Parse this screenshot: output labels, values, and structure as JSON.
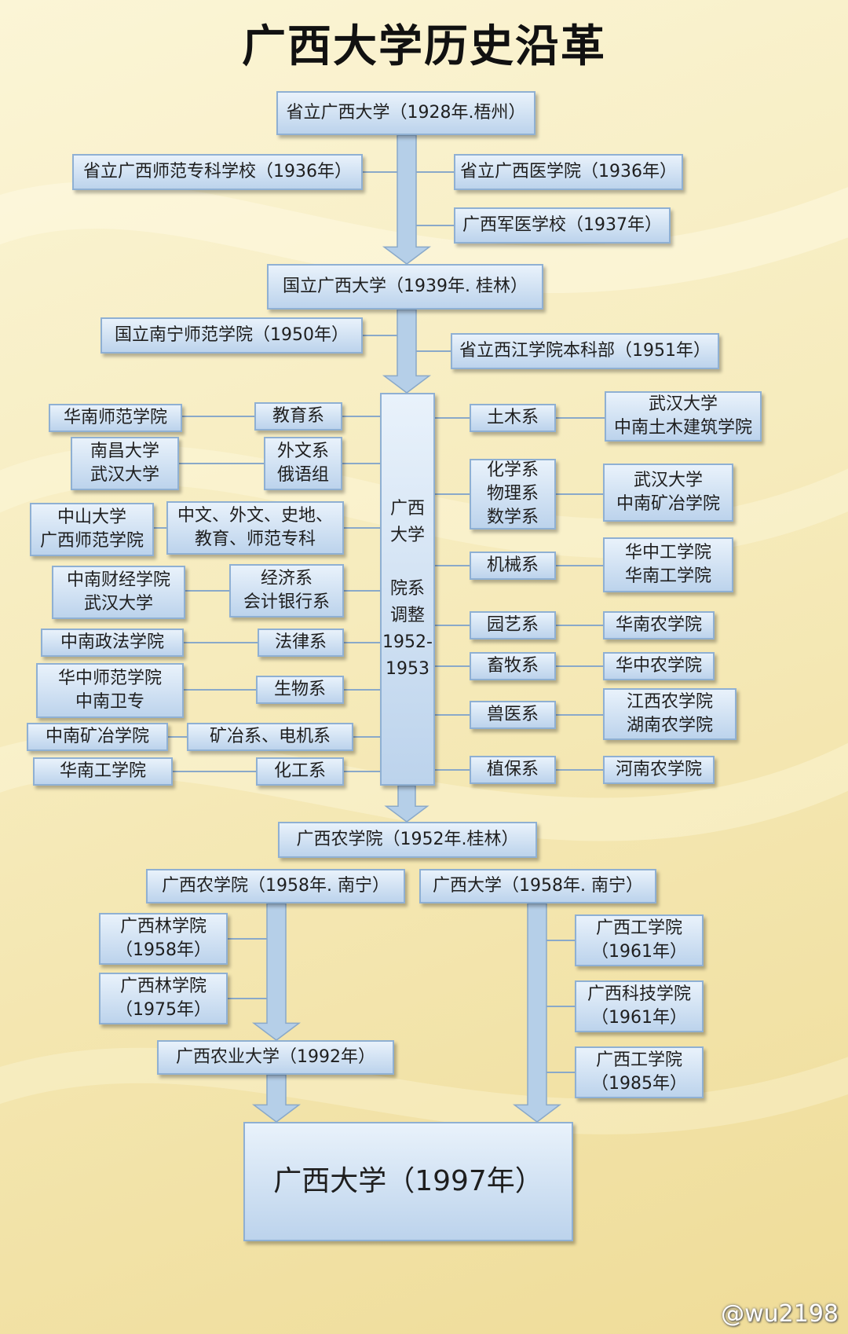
{
  "title": "广西大学历史沿革",
  "watermark": "@wu2198",
  "colors": {
    "box_top": "#e9f2fb",
    "box_bottom": "#bcd3ec",
    "border": "#8fb0d3",
    "arrow": "#b5cfe8",
    "line": "#8aa9c9"
  },
  "boxes": {
    "b1928": "省立广西大学（1928年.梧州）",
    "bshifan": "省立广西师范专科学校（1936年）",
    "byixue": "省立广西医学院（1936年）",
    "bjunyi": "广西军医学校（1937年）",
    "b1939": "国立广西大学（1939年. 桂林）",
    "bnanning": "国立南宁师范学院（1950年）",
    "bxijiang": "省立西江学院本科部（1951年）",
    "bcenter": "广西\n大学\n\n院系\n调整\n1952-\n1953",
    "l_jiaoyu": "教育系",
    "l_jiaoyu_d": "华南师范学院",
    "l_waiwen": "外文系\n俄语组",
    "l_waiwen_d": "南昌大学\n武汉大学",
    "l_zhongwen": "中文、外文、史地、\n教育、师范专科",
    "l_zhongwen_d": "中山大学\n广西师范学院",
    "l_jingji": "经济系\n会计银行系",
    "l_jingji_d": "中南财经学院\n武汉大学",
    "l_falv": "法律系",
    "l_falv_d": "中南政法学院",
    "l_shengwu": "生物系",
    "l_shengwu_d": "华中师范学院\n中南卫专",
    "l_kuangye": "矿冶系、电机系",
    "l_kuangye_d": "中南矿冶学院",
    "l_huagong": "化工系",
    "l_huagong_d": "华南工学院",
    "r_tumu": "土木系",
    "r_tumu_d": "武汉大学\n中南土木建筑学院",
    "r_huaxue": "化学系\n物理系\n数学系",
    "r_huaxue_d": "武汉大学\n中南矿冶学院",
    "r_jixie": "机械系",
    "r_jixie_d": "华中工学院\n华南工学院",
    "r_yuanyi": "园艺系",
    "r_yuanyi_d": "华南农学院",
    "r_xumu": "畜牧系",
    "r_xumu_d": "华中农学院",
    "r_shouyi": "兽医系",
    "r_shouyi_d": "江西农学院\n湖南农学院",
    "r_zhibao": "植保系",
    "r_zhibao_d": "河南农学院",
    "b1952": "广西农学院（1952年.桂林）",
    "b1958n": "广西农学院（1958年. 南宁）",
    "b1958d": "广西大学（1958年. 南宁）",
    "blin58": "广西林学院\n（1958年）",
    "blin75": "广西林学院\n（1975年）",
    "bnongye": "广西农业大学（1992年）",
    "bgong61": "广西工学院\n（1961年）",
    "bkeji61": "广西科技学院\n（1961年）",
    "bgong85": "广西工学院\n（1985年）",
    "b1997": "广西大学（1997年）"
  }
}
